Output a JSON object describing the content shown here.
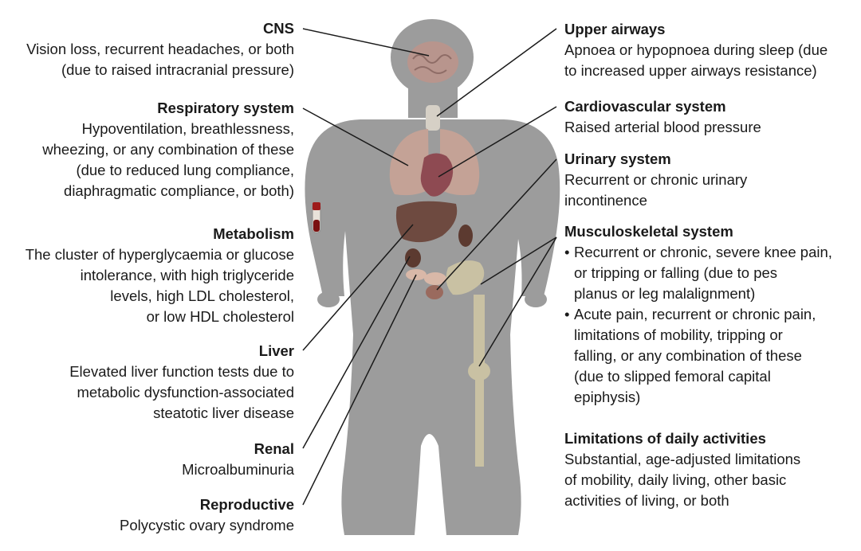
{
  "colors": {
    "body": "#9c9c9c",
    "brain": "#b8958d",
    "lungs": "#c4a296",
    "heart": "#8e4a52",
    "liver": "#6e4a40",
    "bone": "#c9c1a3",
    "leader": "#1a1a1a",
    "tube_cap": "#9e1b1b"
  },
  "left_labels": [
    {
      "id": "cns",
      "title": "CNS",
      "lines": [
        "Vision loss, recurrent headaches, or both",
        "(due to raised intracranial pressure)"
      ]
    },
    {
      "id": "respiratory",
      "title": "Respiratory system",
      "lines": [
        "Hypoventilation, breathlessness,",
        "wheezing, or any combination of these",
        "(due to reduced lung compliance,",
        "diaphragmatic compliance, or both)"
      ]
    },
    {
      "id": "metabolism",
      "title": "Metabolism",
      "lines": [
        "The cluster of hyperglycaemia or glucose",
        "intolerance, with high triglyceride",
        "levels, high LDL cholesterol,",
        "or low HDL cholesterol"
      ]
    },
    {
      "id": "liver",
      "title": "Liver",
      "lines": [
        "Elevated liver function tests due to",
        "metabolic dysfunction-associated",
        "steatotic liver disease"
      ]
    },
    {
      "id": "renal",
      "title": "Renal",
      "lines": [
        "Microalbuminuria"
      ]
    },
    {
      "id": "reproductive",
      "title": "Reproductive",
      "lines": [
        "Polycystic ovary syndrome"
      ]
    }
  ],
  "right_labels": [
    {
      "id": "upper_airways",
      "title": "Upper airways",
      "lines": [
        "Apnoea or hypopnoea during sleep (due",
        "to increased upper airways resistance)"
      ]
    },
    {
      "id": "cardiovascular",
      "title": "Cardiovascular system",
      "lines": [
        "Raised arterial blood pressure"
      ]
    },
    {
      "id": "urinary",
      "title": "Urinary system",
      "lines": [
        "Recurrent or chronic urinary",
        "incontinence"
      ]
    },
    {
      "id": "musculoskeletal",
      "title": "Musculoskeletal system",
      "bullets": [
        [
          "Recurrent or chronic, severe knee pain,",
          "or tripping or falling (due to pes",
          "planus or leg malalignment)"
        ],
        [
          "Acute pain, recurrent or chronic pain,",
          "limitations of mobility, tripping or",
          "falling, or any combination of these",
          "(due to slipped femoral capital",
          "epiphysis)"
        ]
      ]
    },
    {
      "id": "daily",
      "title": "Limitations of daily activities",
      "lines": [
        "Substantial, age-adjusted limitations",
        "of mobility, daily living, other basic",
        "activities of living, or both"
      ]
    }
  ]
}
